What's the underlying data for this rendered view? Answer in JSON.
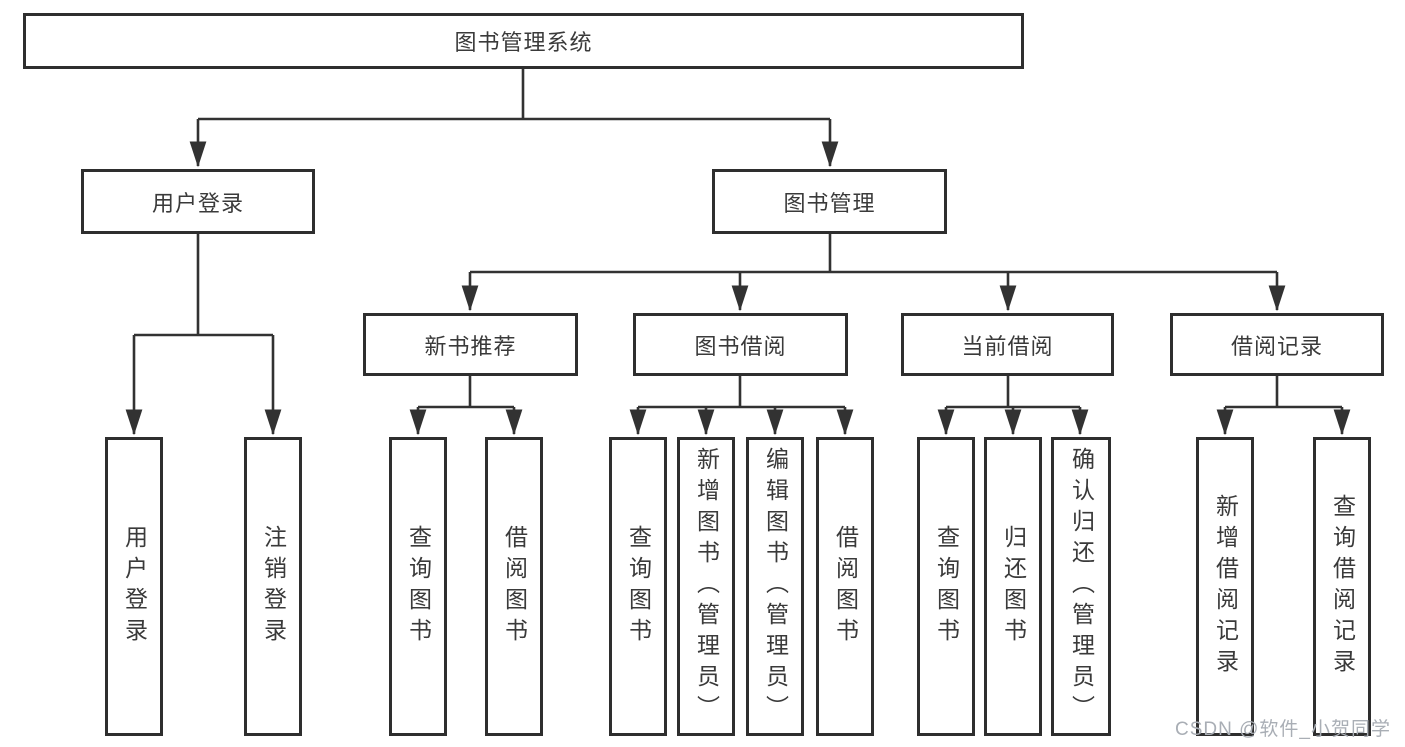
{
  "diagram": {
    "root": "图书管理系统",
    "level2": {
      "user_login": "用户登录",
      "book_management": "图书管理"
    },
    "level3": [
      "新书推荐",
      "图书借阅",
      "当前借阅",
      "借阅记录"
    ],
    "leaves_user_login": [
      "用户登录",
      "注销登录"
    ],
    "leaves_new_book": [
      "查询图书",
      "借阅图书"
    ],
    "leaves_book_borrow": [
      "查询图书",
      "新增图书（管理员）",
      "编辑图书（管理员）",
      "借阅图书"
    ],
    "leaves_current_borrow": [
      "查询图书",
      "归还图书",
      "确认归还（管理员）"
    ],
    "leaves_borrow_record": [
      "新增借阅记录",
      "查询借阅记录"
    ]
  },
  "watermark": "CSDN @软件_小贺同学",
  "colors": {
    "line": "#323232",
    "border": "#2e2e2e",
    "text": "#3a3a3a",
    "watermark": "#a9aeb5"
  }
}
